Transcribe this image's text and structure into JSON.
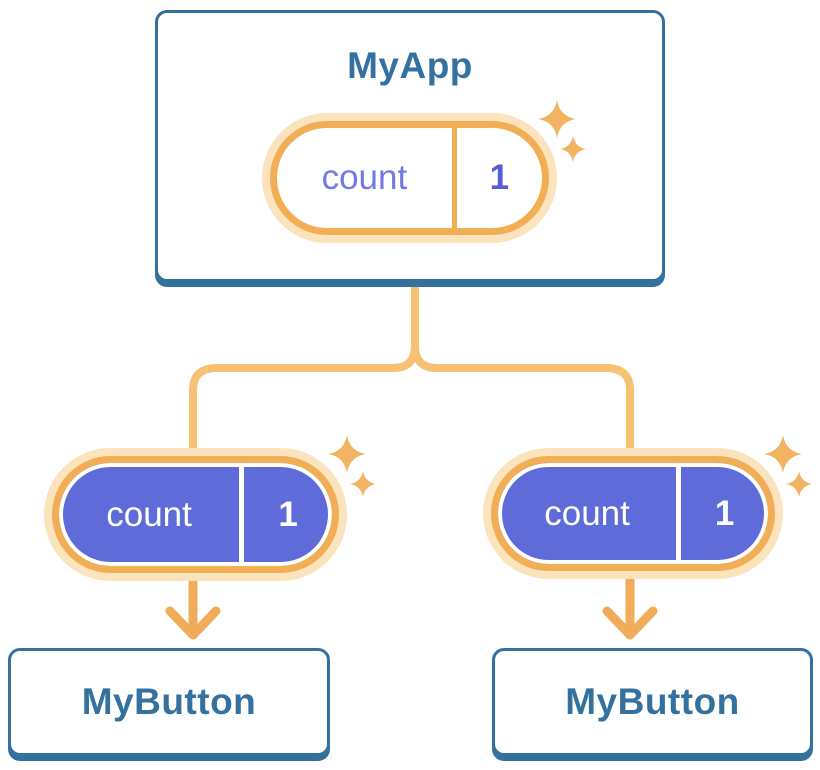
{
  "diagram_title": "React component tree with shared state",
  "colors": {
    "background": "#ffffff",
    "card_border_blue": "#35719F",
    "card_title_blue": "#35719F",
    "pill_ring_light": "#FBE3BD",
    "pill_ring_orange": "#F2AE55",
    "pill_purple_fill": "#5F6BD8",
    "pill_label_purple": "#6F7AE3",
    "pill_value_purple": "#565ED6",
    "connector_orange": "#F6C173",
    "arrow_orange": "#F0AC58",
    "sparkle_orange": "#F3B462"
  },
  "root": {
    "title": "MyApp",
    "state": {
      "label": "count",
      "value": "1"
    }
  },
  "children": [
    {
      "title": "MyButton",
      "state": {
        "label": "count",
        "value": "1"
      }
    },
    {
      "title": "MyButton",
      "state": {
        "label": "count",
        "value": "1"
      }
    }
  ]
}
